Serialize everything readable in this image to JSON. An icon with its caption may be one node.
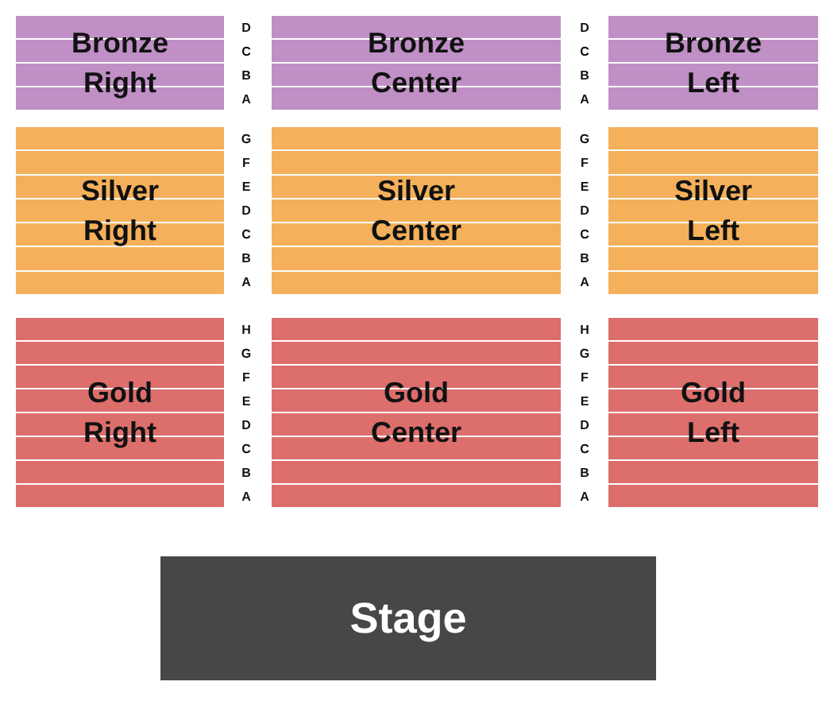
{
  "diagram": {
    "nodes": [
      {
        "text": [
          "Bronze Right"
        ]
      },
      {
        "text": [
          "Bronze Center"
        ]
      },
      {
        "text": [
          "Bronze Left"
        ]
      },
      {
        "text": [
          "Silver Right"
        ]
      },
      {
        "text": [
          "Silver Center"
        ]
      },
      {
        "text": [
          "Silver Left"
        ]
      },
      {
        "text": [
          "Gold Right"
        ]
      },
      {
        "text": [
          "Gold Center"
        ]
      },
      {
        "text": [
          "Gold Left"
        ]
      },
      {
        "text": [
          "Stage"
        ]
      }
    ],
    "edges": [],
    "labels": [
      "D",
      "C",
      "B",
      "A",
      "D",
      "C",
      "B",
      "A",
      "G",
      "F",
      "E",
      "D",
      "C",
      "B",
      "A",
      "G",
      "F",
      "E",
      "D",
      "C",
      "B",
      "A",
      "H",
      "G",
      "F",
      "E",
      "D",
      "C",
      "B",
      "A",
      "H",
      "G",
      "F",
      "E",
      "D",
      "C",
      "B",
      "A"
    ]
  }
}
